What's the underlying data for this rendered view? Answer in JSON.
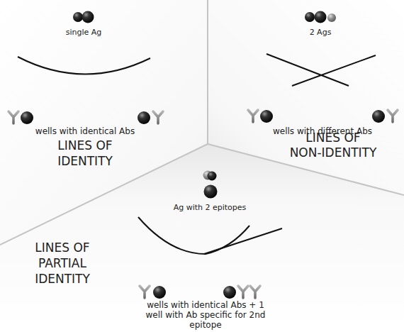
{
  "diagram": {
    "labels": [
      "single Ag",
      "wells with identical Abs",
      "LINES OF IDENTITY",
      "2 Ags",
      "wells with different Abs",
      "LINES OF NON-IDENTITY",
      "Ag with 2 epitopes",
      "LINES OF PARTIAL IDENTITY",
      "wells with identical Abs + 1 well with Ab specific for 2nd epitope"
    ]
  }
}
